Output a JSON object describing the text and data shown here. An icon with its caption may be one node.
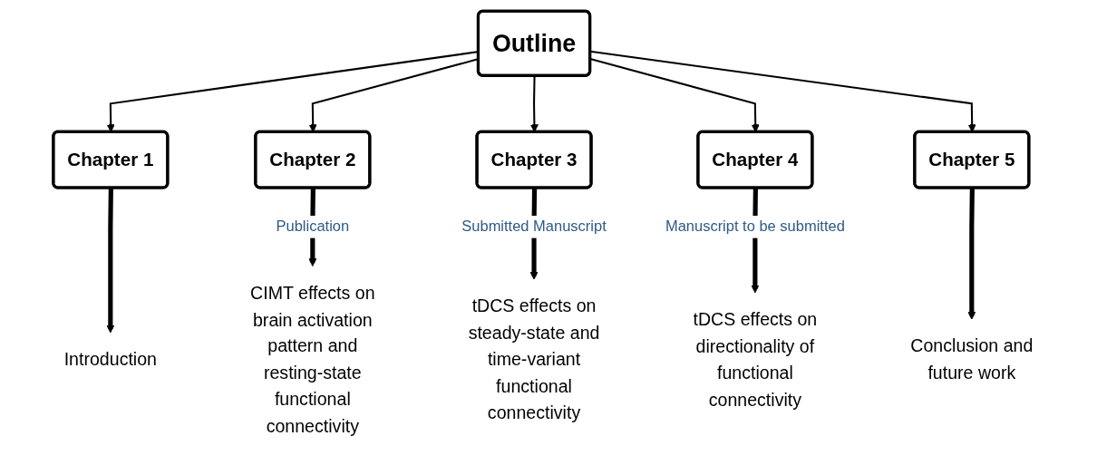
{
  "diagram": {
    "nodes": [
      {
        "text": [
          "Outline"
        ]
      },
      {
        "text": [
          "Chapter 1"
        ]
      },
      {
        "text": [
          "Chapter 2"
        ],
        "beside": [
          "Publication"
        ]
      },
      {
        "text": [
          "Chapter 3"
        ],
        "beside": [
          "Submitted Manuscript"
        ]
      },
      {
        "text": [
          "Chapter 4"
        ],
        "beside": [
          "Manuscript to be submitted"
        ]
      },
      {
        "text": [
          "Chapter 5"
        ]
      },
      {
        "text": [
          "Introduction"
        ]
      },
      {
        "text": [
          "CIMT effects on brain activation pattern and resting-state functional connectivity"
        ]
      },
      {
        "text": [
          "tDCS effects on steady-state and time-variant functional connectivity"
        ]
      },
      {
        "text": [
          "tDCS effects on directionality of functional connectivity"
        ]
      },
      {
        "text": [
          "Conclusion and future work"
        ]
      }
    ],
    "edges": [
      {
        "from": 0,
        "to": 1,
        "arrow": "to"
      },
      {
        "from": 0,
        "to": 2,
        "arrow": "to"
      },
      {
        "from": 0,
        "to": 3,
        "arrow": "to"
      },
      {
        "from": 0,
        "to": 4,
        "arrow": "to"
      },
      {
        "from": 0,
        "to": 5,
        "arrow": "to"
      },
      {
        "from": 1,
        "to": 6,
        "arrow": "to",
        "style": "thick"
      },
      {
        "from": 2,
        "to": 7,
        "arrow": "to",
        "style": "thick"
      },
      {
        "from": 3,
        "to": 8,
        "arrow": "to",
        "style": "thick"
      },
      {
        "from": 4,
        "to": 9,
        "arrow": "to",
        "style": "thick"
      },
      {
        "from": 5,
        "to": 10,
        "arrow": "to",
        "style": "thick"
      }
    ]
  }
}
